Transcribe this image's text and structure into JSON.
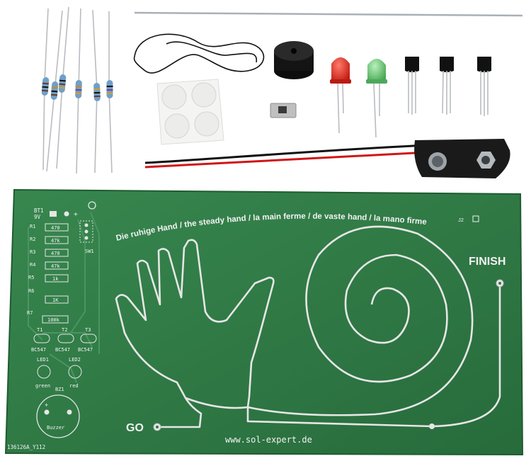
{
  "board": {
    "slogan": "Die ruhige Hand / the steady hand / la main ferme / de vaste hand / la mano firme",
    "start_label": "GO",
    "finish_label": "FINISH",
    "website": "www.sol-expert.de",
    "part_number": "136126A_Y112",
    "connector_label": "J2",
    "battery_label": "BT1",
    "battery_voltage": "9V",
    "switch_label": "SW1",
    "buzzer_ref": "BZ1",
    "buzzer_label": "Buzzer",
    "resistors": [
      {
        "ref": "R1",
        "value": "470"
      },
      {
        "ref": "R2",
        "value": "47k"
      },
      {
        "ref": "R3",
        "value": "470"
      },
      {
        "ref": "R4",
        "value": "47k"
      },
      {
        "ref": "R5",
        "value": "1k"
      },
      {
        "ref": "R6",
        "value": "1K"
      },
      {
        "ref": "R7",
        "value": "100k"
      }
    ],
    "transistors": [
      {
        "ref": "T1",
        "type": "BC547"
      },
      {
        "ref": "T2",
        "type": "BC547"
      },
      {
        "ref": "T3",
        "type": "BC547"
      }
    ],
    "leds": [
      {
        "ref": "LED1",
        "color": "green"
      },
      {
        "ref": "LED2",
        "color": "red"
      }
    ]
  },
  "colors": {
    "pcb": "#2f7a45",
    "pcb_edge": "#1f5c31",
    "silkscreen": "#f2f2f2",
    "led_red": "#d42a1f",
    "led_green": "#5fbf6a",
    "battery_clip": "#1a1a1a",
    "wire_red": "#d01616",
    "wire_black": "#111111"
  },
  "parts": {
    "resistor_count": 6,
    "transistor_count": 3,
    "led_count": 2
  }
}
